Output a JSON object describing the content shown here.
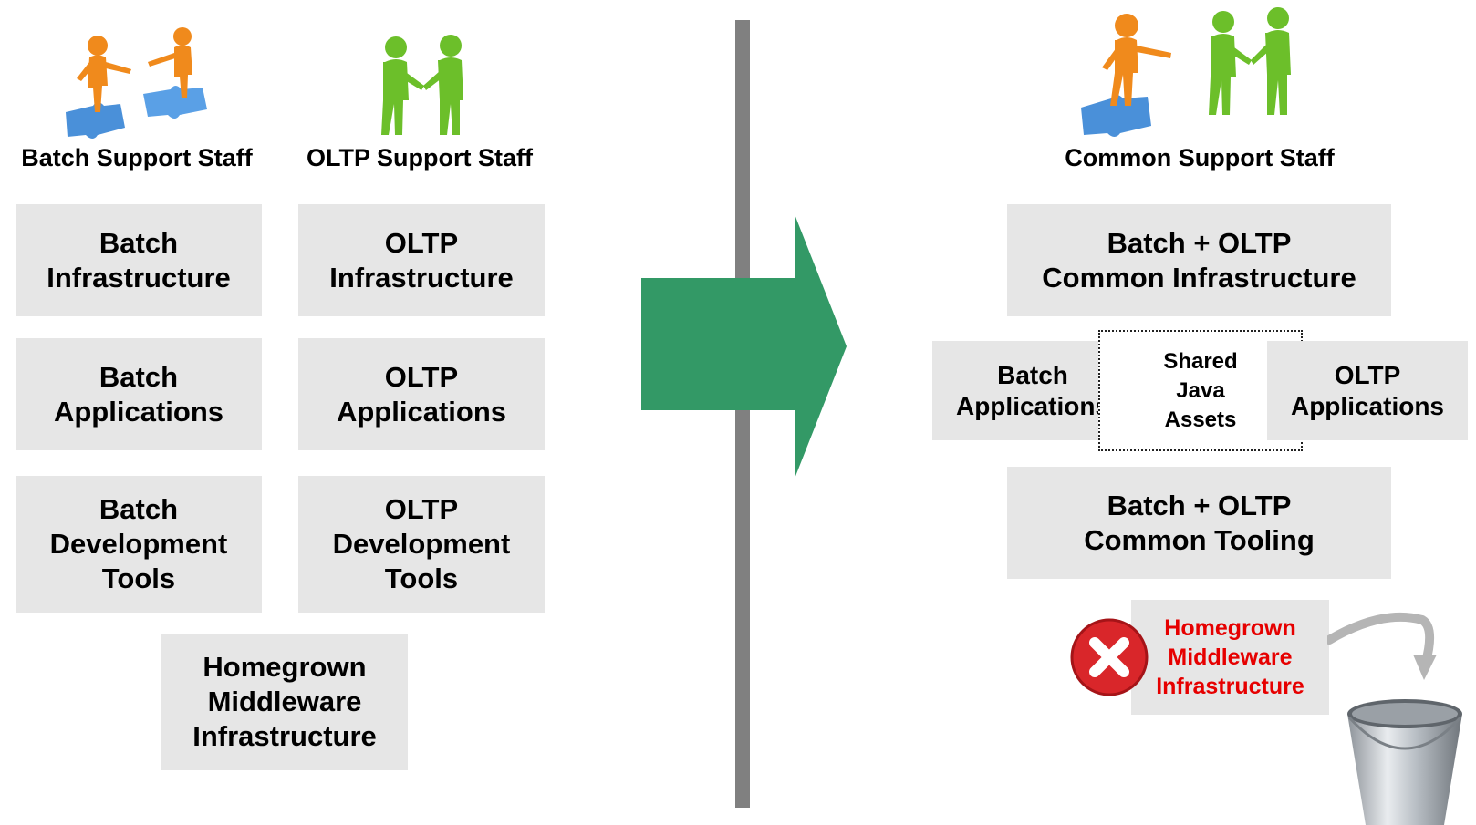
{
  "left": {
    "batch_staff_label": "Batch Support Staff",
    "oltp_staff_label": "OLTP Support Staff",
    "boxes": {
      "batch_infra": "Batch\nInfrastructure",
      "oltp_infra": "OLTP\nInfrastructure",
      "batch_apps": "Batch\nApplications",
      "oltp_apps": "OLTP\nApplications",
      "batch_tools": "Batch\nDevelopment\nTools",
      "oltp_tools": "OLTP\nDevelopment\nTools",
      "homegrown": "Homegrown\nMiddleware\nInfrastructure"
    }
  },
  "right": {
    "common_staff_label": "Common Support Staff",
    "boxes": {
      "common_infra": "Batch + OLTP\nCommon Infrastructure",
      "batch_apps": "Batch\nApplications",
      "shared_assets": "Shared\nJava\nAssets",
      "oltp_apps": "OLTP\nApplications",
      "common_tooling": "Batch + OLTP\nCommon Tooling",
      "homegrown_removed": "Homegrown\nMiddleware\nInfrastructure"
    }
  },
  "colors": {
    "box_fill": "#e6e6e6",
    "arrow": "#339966",
    "divider": "#808080",
    "removed_text": "#e60000",
    "x_icon": "#d9262a",
    "person_orange": "#f08a1c",
    "person_green": "#6cbf2a",
    "puzzle_blue": "#4a90d9"
  },
  "icons": [
    "people-on-puzzle-icon",
    "handshake-icon",
    "delete-x-icon",
    "bucket-icon",
    "curved-arrow-icon",
    "transition-arrow-icon"
  ]
}
